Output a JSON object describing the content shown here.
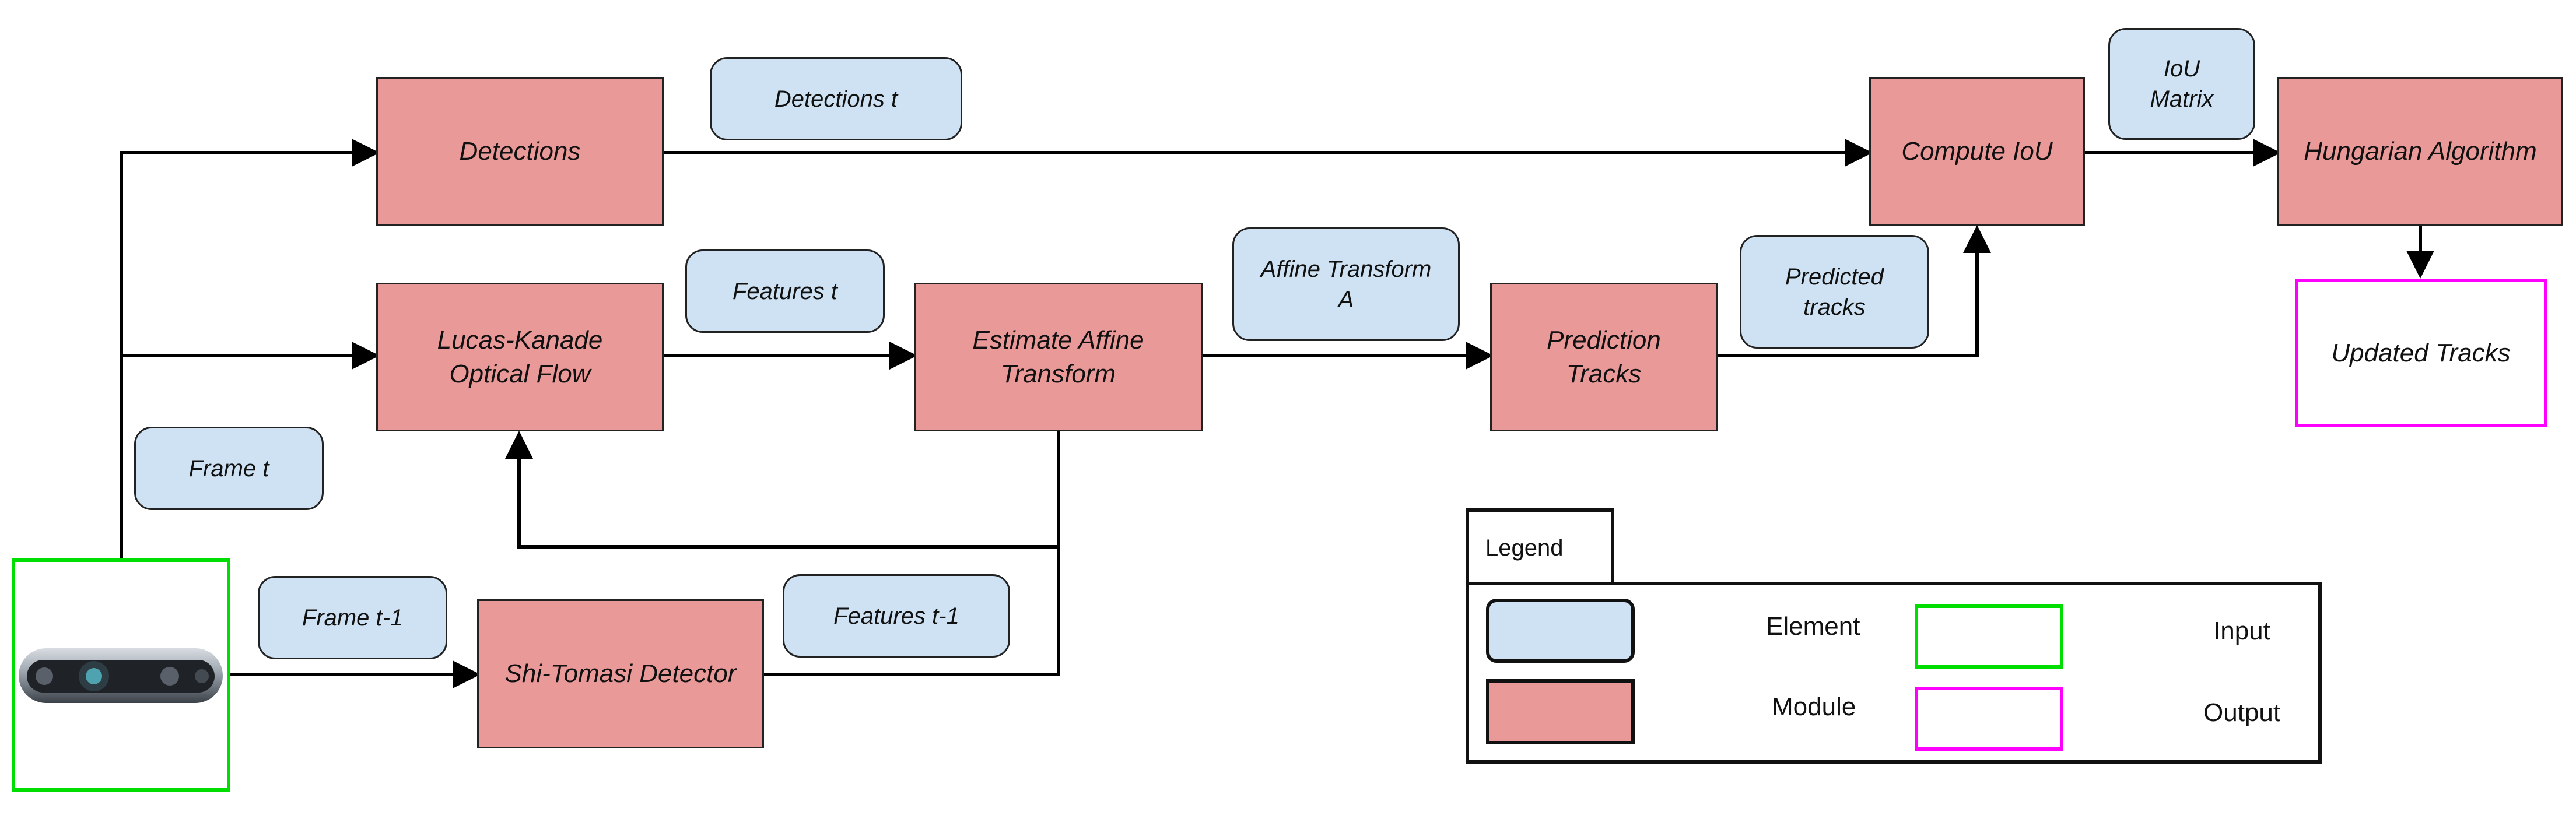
{
  "modules": {
    "detections": "Detections",
    "lucas_kanade": "Lucas-Kanade\nOptical Flow",
    "estimate_affine": "Estimate Affine\nTransform",
    "prediction_tracks": "Prediction\nTracks",
    "compute_iou": "Compute IoU",
    "hungarian": "Hungarian Algorithm",
    "shi_tomasi": "Shi-Tomasi Detector"
  },
  "elements": {
    "detections_t": "Detections t",
    "features_t": "Features t",
    "affine_transform": "Affine Transform\nA",
    "predicted_tracks": "Predicted\ntracks",
    "iou_matrix": "IoU\nMatrix",
    "frame_t": "Frame t",
    "frame_t1": "Frame t-1",
    "features_t1": "Features t-1"
  },
  "output": {
    "updated_tracks": "Updated Tracks"
  },
  "legend": {
    "title": "Legend",
    "element": "Element",
    "module": "Module",
    "input": "Input",
    "output": "Output"
  },
  "colors": {
    "module_fill": "#ea9999",
    "element_fill": "#cfe2f3",
    "input_border": "#00dd00",
    "output_border": "#ff00ff"
  },
  "icons": {
    "input_device": "depth-camera-icon"
  }
}
